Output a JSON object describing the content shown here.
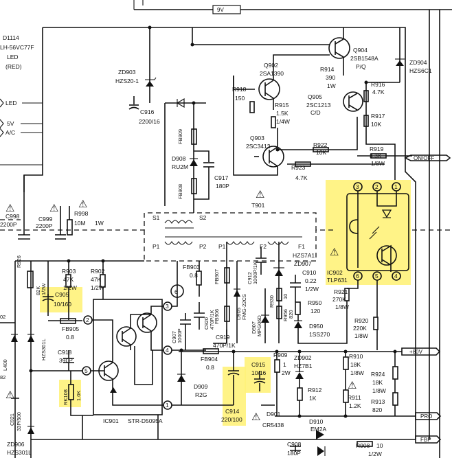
{
  "rails": {
    "v9": "9V",
    "on_off": "ON/OFF",
    "b80v": "+80V",
    "pro": "PRO",
    "fbp": "FBP"
  },
  "left_labels": {
    "d1114": "D1114",
    "led_part": "LH-56VC77F",
    "led": "LED",
    "red": "(RED)",
    "led_rail": "LED",
    "v5": "5V",
    "ac": "A/C",
    "l400": "L400",
    "n82": "82",
    "n02": "02"
  },
  "components": {
    "zd903": [
      "ZD903",
      "HZS20-1"
    ],
    "c916": [
      "C916",
      "2200/16"
    ],
    "q902": [
      "Q902",
      "2SA1390"
    ],
    "q904": [
      "Q904",
      "2SB1548A",
      "P/Q"
    ],
    "zd904": [
      "ZD904",
      "HZS6C1"
    ],
    "r918": [
      "R918",
      "150"
    ],
    "r914": [
      "R914",
      "390",
      "1W"
    ],
    "r916": [
      "R916",
      "4.7K"
    ],
    "q905": [
      "Q905",
      "2SC1213",
      "C/D"
    ],
    "r915": [
      "R915",
      "1.5K",
      "1/4W"
    ],
    "r917": [
      "R917",
      "10K"
    ],
    "fb909": "FB909",
    "d908": [
      "D908",
      "RU2M"
    ],
    "fb908": "FB908",
    "c917": [
      "C917",
      "180P"
    ],
    "q903": [
      "Q903",
      "2SC3413"
    ],
    "r922": [
      "R922",
      "10K"
    ],
    "r923": [
      "R923",
      "4.7K"
    ],
    "r919": [
      "R919",
      "3.3K",
      "1/8W"
    ],
    "t901": "T901",
    "s1": "S1",
    "s2": "S2",
    "c998": [
      "C998",
      "2200P"
    ],
    "c999": [
      "C999",
      "2200P"
    ],
    "r998": [
      "R998",
      "10M",
      "1W"
    ],
    "p1": "P1",
    "p2": "P2",
    "p1b": "P1",
    "f2": "F2",
    "f1": "F1",
    "r926": [
      "R926",
      "82K",
      "1/2W"
    ],
    "r903": [
      "R903",
      "47K",
      "1/2W"
    ],
    "r902": [
      "R902",
      "47K",
      "1/2W"
    ],
    "fb903": [
      "FB903",
      "0.8"
    ],
    "fb907": "FB907",
    "d905": [
      "D905",
      "FMG-22CS"
    ],
    "fb906": "FB906",
    "c912": [
      "C912",
      "1000P/1K"
    ],
    "zd907": [
      "HZS7A1",
      "ZD907"
    ],
    "c910": [
      "C910",
      "0.22",
      "1/2W"
    ],
    "r930": [
      "R930",
      "10"
    ],
    "r956": [
      "R956",
      "820"
    ],
    "r950": [
      "R950",
      "120"
    ],
    "d907": [
      "D907",
      "MPG06D"
    ],
    "d950": [
      "D950",
      "1SS270"
    ],
    "ic902": [
      "IC902",
      "TLP631"
    ],
    "r921": [
      "R921",
      "270K",
      "1/8W"
    ],
    "r920": [
      "R920",
      "220K",
      "1/8W"
    ],
    "c905": [
      "C905",
      "10/160"
    ],
    "hzs301l": "HZS301L",
    "fb905": [
      "FB905",
      "0.8"
    ],
    "c918": [
      "C918",
      "390P"
    ],
    "c907": [
      "C907",
      "1000P"
    ],
    "c920": [
      "C920",
      "470P/1K"
    ],
    "c919": [
      "C919",
      "470P/1K"
    ],
    "fb904": [
      "FB904",
      "0.8"
    ],
    "r909": [
      "R909",
      "1",
      "2W"
    ],
    "zd902": [
      "ZD902",
      "HZ7B1"
    ],
    "r910": [
      "R910",
      "18K",
      "1/8W"
    ],
    "r924": [
      "R924",
      "18K",
      "1/8W"
    ],
    "c915": [
      "C915",
      "10/16"
    ],
    "r912": [
      "R912",
      "1K"
    ],
    "r911": [
      "R911",
      "1.2K"
    ],
    "r913": [
      "R913",
      "820"
    ],
    "rk108": [
      "RK108",
      "1.0K"
    ],
    "d909": [
      "D909",
      "R2G"
    ],
    "c914": [
      "C914",
      "220/100"
    ],
    "d901": [
      "D901",
      "CR5438"
    ],
    "ic901": [
      "IC901",
      "STR-D5095A"
    ],
    "c921": [
      "C921",
      "33P/500"
    ],
    "zd906": [
      "ZD906",
      "HZS301L"
    ],
    "d910": [
      "D910",
      "EM2A"
    ],
    "c908": [
      "C908",
      "180P"
    ],
    "r908": [
      "R908",
      "10",
      "1/2W"
    ]
  },
  "pins": {
    "opto": [
      "3",
      "2",
      "1",
      "6",
      "5",
      "4"
    ],
    "ic901": [
      "3",
      "2",
      "5",
      "4",
      "1"
    ],
    "n6": "6"
  },
  "warning_symbol": "⚠",
  "colors": {
    "highlight": "#fff27a",
    "ink": "#111111"
  }
}
